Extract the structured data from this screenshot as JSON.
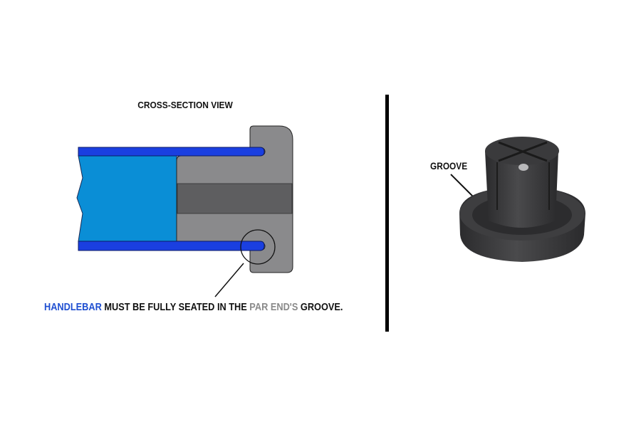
{
  "diagram": {
    "title": "CROSS-SECTION VIEW",
    "caption": {
      "part1": "HANDLEBAR",
      "part2": " MUST BE FULLY SEATED IN THE ",
      "part3": "PAR END'S",
      "part4": " GROOVE."
    },
    "colors": {
      "tube_wall": "#1a3fe0",
      "tube_fill": "#0a8ed6",
      "cap": "#8a8a8c",
      "cap_band": "#5e5e60",
      "caption_blue": "#1f4fd1",
      "caption_gray": "#8a8a8a"
    }
  },
  "photo": {
    "label": "GROOVE",
    "subject": "black rubber bar end plug"
  }
}
